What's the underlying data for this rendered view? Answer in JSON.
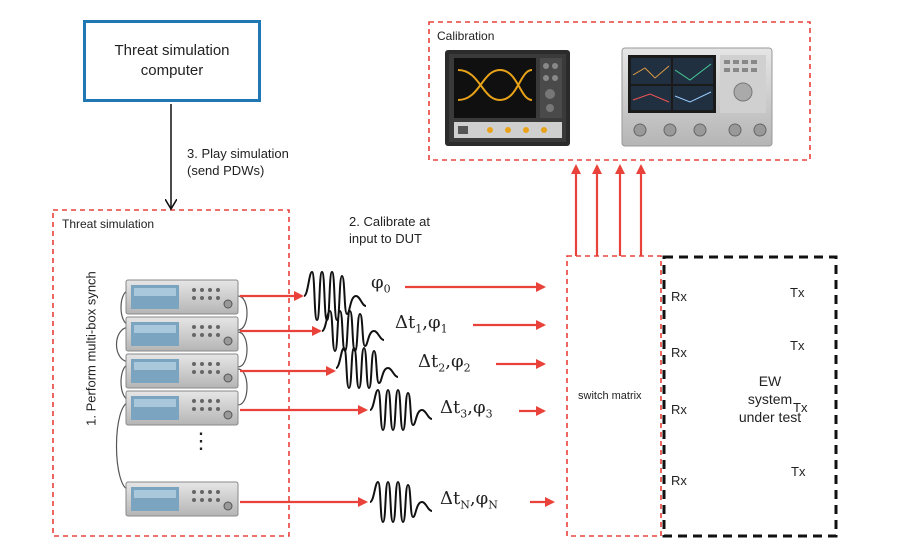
{
  "computer": {
    "label": "Threat simulation\ncomputer"
  },
  "step3": {
    "label": "3. Play simulation\n(send PDWs)"
  },
  "threat_sim": {
    "title": "Threat simulation"
  },
  "step1": {
    "label": "1. Perform multi-box synch"
  },
  "step2": {
    "label": "2. Calibrate at\ninput to DUT"
  },
  "calibration": {
    "title": "Calibration"
  },
  "signals": [
    {
      "main": "φ",
      "sub": "0"
    },
    {
      "main": "Δt",
      "sub1": "1",
      "mid": ",φ",
      "sub2": "1"
    },
    {
      "main": "Δt",
      "sub1": "2",
      "mid": ",φ",
      "sub2": "2"
    },
    {
      "main": "Δt",
      "sub1": "3",
      "mid": ",φ",
      "sub2": "3"
    },
    {
      "main": "Δt",
      "sub1": "N",
      "mid": ",φ",
      "sub2": "N"
    }
  ],
  "ellipsis": "⋮",
  "switch": {
    "label": "switch matrix"
  },
  "ew": {
    "label": "EW\nsystem\nunder test",
    "rx": [
      "Rx",
      "Rx",
      "Rx",
      "Rx"
    ],
    "tx": [
      "Tx",
      "Tx",
      "Tx",
      "Tx"
    ]
  },
  "colors": {
    "red_dashed": "#e8423a",
    "blue_border": "#1f77b4",
    "arrow_red": "#e8423a"
  }
}
